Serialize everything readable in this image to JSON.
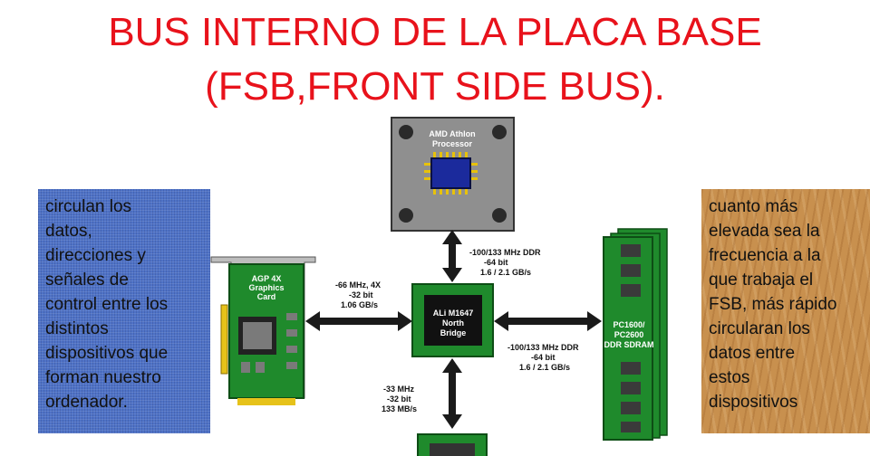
{
  "title": {
    "line1": "BUS INTERNO DE LA PLACA BASE",
    "line2": "(FSB,FRONT SIDE  BUS)."
  },
  "notes": {
    "left": "circulan los\ndatos,\ndirecciones y\nseñales de\ncontrol entre los\ndistintos\ndispositivos que\nforman nuestro\nordenador.",
    "right": "cuanto más\nelevada sea la\nfrecuencia a la\nque trabaja el\nFSB, más rápido\ncircularan los\ndatos entre\nestos\ndispositivos"
  },
  "diagram": {
    "cpu": {
      "line1": "AMD Athlon",
      "line2": "Processor"
    },
    "agp": {
      "line1": "AGP 4X",
      "line2": "Graphics",
      "line3": "Card"
    },
    "northbridge": {
      "line1": "ALi M1647",
      "line2": "North",
      "line3": "Bridge"
    },
    "ram": {
      "line1": "PC1600/",
      "line2": "PC2600",
      "line3": "DDR SDRAM"
    },
    "bus_cpu": {
      "line1": "-100/133 MHz DDR",
      "line2": "-64 bit",
      "line3": "1.6 / 2.1 GB/s"
    },
    "bus_agp": {
      "line1": "-66 MHz, 4X",
      "line2": "-32 bit",
      "line3": "1.06 GB/s"
    },
    "bus_ram": {
      "line1": "-100/133 MHz DDR",
      "line2": "-64 bit",
      "line3": "1.6 / 2.1 GB/s"
    },
    "bus_south": {
      "line1": "-33 MHz",
      "line2": "-32 bit",
      "line3": "133 MB/s"
    }
  },
  "colors": {
    "title": "#e8121b",
    "board_green": "#1f8a2c",
    "cpu_gray": "#8f8f8f",
    "arrow": "#1a1a1a"
  }
}
